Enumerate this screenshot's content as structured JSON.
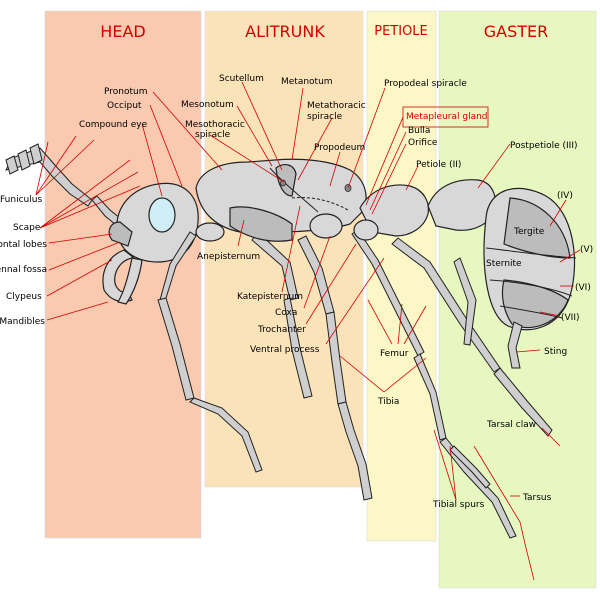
{
  "sections": {
    "head": {
      "title": "HEAD",
      "fill": "#f9c9b0",
      "color": "#d40000"
    },
    "alitrunk": {
      "title": "ALITRUNK",
      "fill": "#fbe3b9",
      "color": "#d40000"
    },
    "petiole": {
      "title": "PETIOLE",
      "fill": "#fbf7c6",
      "color": "#d40000"
    },
    "gaster": {
      "title": "GASTER",
      "fill": "#e6f7c0",
      "color": "#d40000"
    }
  },
  "labels": {
    "pronotum": "Pronotum",
    "occiput": "Occiput",
    "compound_eye": "Compound eye",
    "funiculus": "Funiculus",
    "scape": "Scape",
    "frontal_lobes": "Frontal lobes",
    "antennal_fossa": "Antennal fossa",
    "clypeus": "Clypeus",
    "mandibles": "Mandibles",
    "scutellum": "Scutellum",
    "metanotum": "Metanotum",
    "mesonotum": "Mesonotum",
    "metathoracic_spiracle": "Metathoracic spiracle",
    "mesothoracic_spiracle": "Mesothoracic spiracle",
    "propodeum": "Propodeum",
    "propodeal_spiracle": "Propodeal spiracle",
    "metapleural_gland": "Metapleural gland",
    "bulla": "Bulla",
    "orifice": "Orifice",
    "petiole_ii": "Petiole (II)",
    "postpetiole_iii": "Postpetiole (III)",
    "seg_iv": "(IV)",
    "seg_v": "(V)",
    "seg_vi": "(VI)",
    "seg_vii": "(VII)",
    "tergite": "Tergite",
    "sternite": "Sternite",
    "sting": "Sting",
    "anepisternum": "Anepisternum",
    "katepisternum": "Katepisternum",
    "coxa": "Coxa",
    "trochanter": "Trochanter",
    "ventral_process": "Ventral process",
    "femur": "Femur",
    "tibia": "Tibia",
    "tarsal_claw": "Tarsal claw",
    "tarsus": "Tarsus",
    "tibial_spurs": "Tibial spurs"
  }
}
